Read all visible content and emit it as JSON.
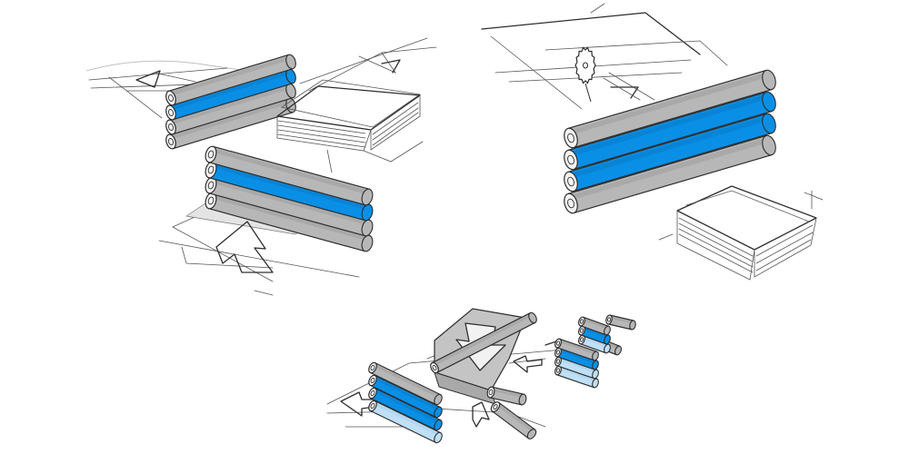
{
  "illustration": {
    "palette": {
      "roller_blue": "#0a8fe6",
      "roller_blue_dark": "#0770b6",
      "roller_gray": "#b7b7b7",
      "roller_gray_dark": "#8f8f8f",
      "roller_light_blue": "#bfe0f7",
      "line": "#2e2e2e",
      "sheet_shade": "#e6e6e6"
    },
    "icons": [
      "feed-arrow-icon",
      "circular-saw-icon",
      "down-arrow-icon"
    ],
    "groups": [
      {
        "name": "lamination-stack-top-left",
        "rollers": [
          "gray",
          "blue",
          "gray",
          "gray"
        ]
      },
      {
        "name": "lamination-stack-center-left",
        "rollers": [
          "gray",
          "blue",
          "gray",
          "gray"
        ]
      },
      {
        "name": "saw-cutting-stack-right",
        "rollers": [
          "gray",
          "blue",
          "blue",
          "gray"
        ]
      },
      {
        "name": "process-line-bottom",
        "rollers": [
          "gray",
          "blue",
          "blue",
          "light-blue"
        ]
      }
    ]
  }
}
